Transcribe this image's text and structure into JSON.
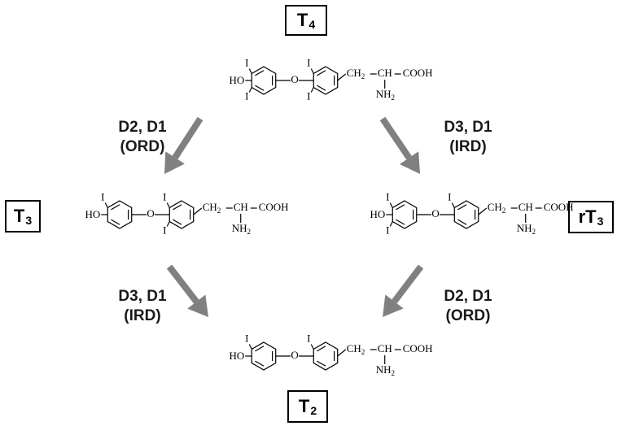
{
  "compounds": {
    "t4": {
      "name": "T",
      "sub": "4"
    },
    "t3": {
      "name": "T",
      "sub": "3"
    },
    "rt3": {
      "name": "rT",
      "sub": "3"
    },
    "t2": {
      "name": "T",
      "sub": "2"
    }
  },
  "edges": {
    "t4_t3": {
      "line1": "D2, D1",
      "line2": "(ORD)"
    },
    "t4_rt3": {
      "line1": "D3, D1",
      "line2": "(IRD)"
    },
    "t3_t2": {
      "line1": "D3, D1",
      "line2": "(IRD)"
    },
    "rt3_t2": {
      "line1": "D2, D1",
      "line2": "(ORD)"
    }
  },
  "atoms": {
    "iodine": "I",
    "hydroxyl": "HO",
    "ether_oxygen": "O",
    "side_chain": {
      "ch2": "CH",
      "ch2_sub": "2",
      "ch": "CH",
      "cooh": "COOH",
      "nh2": "NH",
      "nh2_sub": "2"
    }
  },
  "colors": {
    "arrow": "#808080",
    "text": "#000000"
  }
}
